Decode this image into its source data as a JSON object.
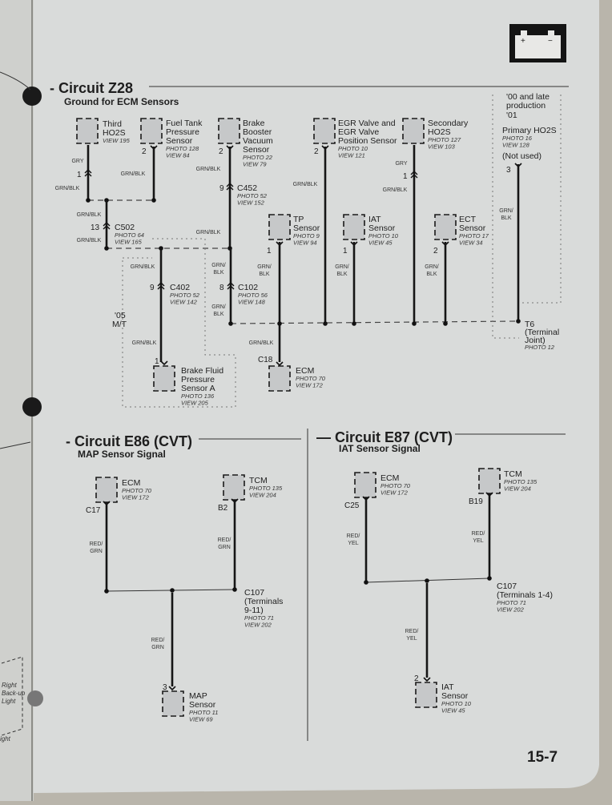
{
  "page": {
    "number": "15-7",
    "icon": "battery-icon",
    "battery_plus": "+",
    "battery_minus": "−",
    "facing_page_text": [
      "Right",
      "Back-up",
      "Light",
      "ight"
    ]
  },
  "z28": {
    "title": "- Circuit Z28",
    "subtitle": "Ground for ECM Sensors",
    "components": [
      {
        "name": [
          "Third",
          "HO2S"
        ],
        "refs": [
          "VIEW 195"
        ],
        "pin": "1"
      },
      {
        "name": [
          "Fuel Tank",
          "Pressure",
          "Sensor"
        ],
        "refs": [
          "PHOTO 128",
          "VIEW 84"
        ],
        "pin": "2"
      },
      {
        "name": [
          "Brake",
          "Booster",
          "Vacuum",
          "Sensor"
        ],
        "refs": [
          "PHOTO 22",
          "VIEW 79"
        ],
        "pin": "2"
      },
      {
        "name": [
          "EGR Valve and",
          "EGR Valve",
          "Position Sensor"
        ],
        "refs": [
          "PHOTO 10",
          "VIEW 121"
        ],
        "pin": "2"
      },
      {
        "name": [
          "Secondary",
          "HO2S"
        ],
        "refs": [
          "PHOTO 127",
          "VIEW 103"
        ],
        "pin": "1"
      },
      {
        "name": [
          "Primary HO2S"
        ],
        "refs": [
          "PHOTO 16",
          "VIEW 128"
        ],
        "pin": "3",
        "note": "(Not used)"
      },
      {
        "name": [
          "TP",
          "Sensor"
        ],
        "refs": [
          "PHOTO 9",
          "VIEW 94"
        ],
        "pin": "1"
      },
      {
        "name": [
          "IAT",
          "Sensor"
        ],
        "refs": [
          "PHOTO 10",
          "VIEW 45"
        ],
        "pin": "1"
      },
      {
        "name": [
          "ECT",
          "Sensor"
        ],
        "refs": [
          "PHOTO 17",
          "VIEW 34"
        ],
        "pin": "2"
      },
      {
        "name": [
          "Brake Fluid",
          "Pressure",
          "Sensor A"
        ],
        "refs": [
          "PHOTO 136",
          "VIEW 205"
        ],
        "pin": "1"
      },
      {
        "name": [
          "ECM"
        ],
        "refs": [
          "PHOTO 70",
          "VIEW 172"
        ],
        "pin": "C18"
      }
    ],
    "connectors": [
      {
        "name": [
          "C502"
        ],
        "refs": [
          "PHOTO 64",
          "VIEW 165"
        ],
        "pin": "13"
      },
      {
        "name": [
          "C452"
        ],
        "refs": [
          "PHOTO 52",
          "VIEW 152"
        ],
        "pin": "9"
      },
      {
        "name": [
          "C402"
        ],
        "refs": [
          "PHOTO 52",
          "VIEW 142"
        ],
        "pin": "9"
      },
      {
        "name": [
          "C102"
        ],
        "refs": [
          "PHOTO 56",
          "VIEW 148"
        ],
        "pin": "8"
      },
      {
        "name": [
          "T6",
          "(Terminal",
          "Joint)"
        ],
        "refs": [
          "PHOTO 12"
        ]
      }
    ],
    "wire_labels": [
      [
        "GRY"
      ],
      [
        "GRN/BLK"
      ],
      [
        "GRN/BLK"
      ],
      [
        "GRN/BLK"
      ],
      [
        "GRN/BLK"
      ],
      [
        "GRN/BLK"
      ],
      [
        "GRN/BLK"
      ],
      [
        "GRN/BLK"
      ],
      [
        "GRY"
      ],
      [
        "GRN/BLK"
      ],
      [
        "GRN/",
        "BLK"
      ],
      [
        "GRN/",
        "BLK"
      ],
      [
        "GRN/",
        "BLK"
      ],
      [
        "GRN/",
        "BLK"
      ],
      [
        "GRN/",
        "BLK"
      ],
      [
        "GRN/",
        "BLK"
      ],
      [
        "GRN/BLK"
      ],
      [
        "GRN/BLK"
      ],
      [
        "GRN/BLK"
      ]
    ],
    "notes": {
      "production": [
        "'00 and late",
        "production",
        "'01"
      ],
      "mt": [
        "'05",
        "M/T"
      ]
    }
  },
  "e86": {
    "title": "- Circuit E86 (CVT)",
    "subtitle": "MAP Sensor Signal",
    "components": [
      {
        "name": [
          "ECM"
        ],
        "refs": [
          "PHOTO 70",
          "VIEW 172"
        ],
        "pin": "C17"
      },
      {
        "name": [
          "TCM"
        ],
        "refs": [
          "PHOTO 135",
          "VIEW 204"
        ],
        "pin": "B2"
      },
      {
        "name": [
          "MAP",
          "Sensor"
        ],
        "refs": [
          "PHOTO 11",
          "VIEW 69"
        ],
        "pin": "3"
      }
    ],
    "junction": {
      "name": [
        "C107",
        "(Terminals",
        "9-11)"
      ],
      "refs": [
        "PHOTO 71",
        "VIEW 202"
      ]
    },
    "wire_labels": [
      [
        "RED/",
        "GRN"
      ],
      [
        "RED/",
        "GRN"
      ],
      [
        "RED/",
        "GRN"
      ]
    ]
  },
  "e87": {
    "title": "— Circuit E87 (CVT)",
    "subtitle": "IAT Sensor Signal",
    "components": [
      {
        "name": [
          "ECM"
        ],
        "refs": [
          "PHOTO 70",
          "VIEW 172"
        ],
        "pin": "C25"
      },
      {
        "name": [
          "TCM"
        ],
        "refs": [
          "PHOTO 135",
          "VIEW 204"
        ],
        "pin": "B19"
      },
      {
        "name": [
          "IAT",
          "Sensor"
        ],
        "refs": [
          "PHOTO 10",
          "VIEW 45"
        ],
        "pin": "2"
      }
    ],
    "junction": {
      "name": [
        "C107",
        "(Terminals 1-4)"
      ],
      "refs": [
        "PHOTO 71",
        "VIEW 202"
      ]
    },
    "wire_labels": [
      [
        "RED/",
        "YEL"
      ],
      [
        "RED/",
        "YEL"
      ],
      [
        "RED/",
        "YEL"
      ]
    ]
  }
}
